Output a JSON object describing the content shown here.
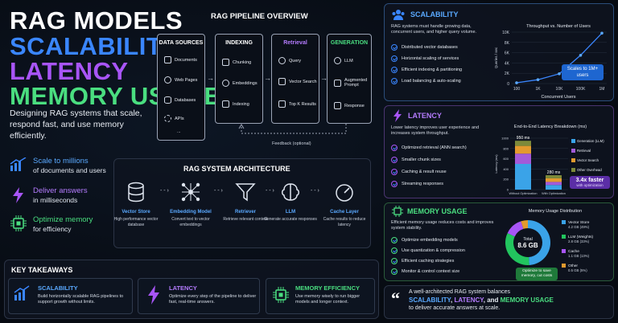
{
  "title": {
    "l1": "RAG MODELS",
    "l2": "SCALABILITY",
    "l3": "LATENCY",
    "l4": "MEMORY USAGE"
  },
  "subtitle": "Designing RAG systems that scale, respond fast, and use memory efficiently.",
  "features": [
    {
      "title": "Scale to millions",
      "desc": "of documents and users",
      "icon": "bar-chart-icon"
    },
    {
      "title": "Deliver answers",
      "desc": "in milliseconds",
      "icon": "lightning-icon"
    },
    {
      "title": "Optimize memory",
      "desc": "for efficiency",
      "icon": "chip-icon"
    }
  ],
  "pipeline": {
    "title": "RAG PIPELINE OVERVIEW",
    "sources": {
      "label": "DATA SOURCES",
      "items": [
        "Documents",
        "Web Pages",
        "Databases",
        "APIs",
        "..."
      ]
    },
    "indexing": {
      "label": "INDEXING",
      "items": [
        "Chunking",
        "Embeddings",
        "Indexing"
      ]
    },
    "retrieval": {
      "label": "Retrieval",
      "items": [
        "Query",
        "Vector Search",
        "Top K Results"
      ]
    },
    "generation": {
      "label": "GENERATION",
      "items": [
        "LLM",
        "Augmented Prompt",
        "Response"
      ]
    },
    "feedback": "Feedback (optional)"
  },
  "architecture": {
    "title": "RAG SYSTEM ARCHITECTURE",
    "items": [
      {
        "name": "Vector Store",
        "desc": "High performance vector database"
      },
      {
        "name": "Embedding Model",
        "desc": "Convert text to vector embeddings"
      },
      {
        "name": "Retriever",
        "desc": "Retrieve relevant context"
      },
      {
        "name": "LLM",
        "desc": "Generate accurate responses"
      },
      {
        "name": "Cache Layer",
        "desc": "Cache results to reduce latency"
      }
    ]
  },
  "takeaways": {
    "title": "KEY TAKEAWAYS",
    "items": [
      {
        "title": "SCALABILITY",
        "desc": "Build horizontally scalable RAG pipelines to support growth without limits.",
        "color": "#3a86ff"
      },
      {
        "title": "LATENCY",
        "desc": "Optimize every step of the pipeline to deliver fast, real-time answers.",
        "color": "#a855f7"
      },
      {
        "title": "MEMORY EFFICIENCY",
        "desc": "Use memory wisely to run bigger models and longer context.",
        "color": "#4ade80"
      }
    ]
  },
  "scalability": {
    "title": "SCALABILITY",
    "desc": "RAG systems must handle growing data, concurrent users, and higher query volume.",
    "items": [
      "Distributed vector databases",
      "Horizontal scaling of services",
      "Efficient indexing & partitioning",
      "Load balancing & auto-scaling"
    ],
    "callout": "Scales to 1M+ users"
  },
  "latency": {
    "title": "LATENCY",
    "desc": "Lower latency improves user experience and increases system throughput.",
    "items": [
      "Optimized retrieval (ANN search)",
      "Smaller chunk sizes",
      "Caching & result reuse",
      "Streaming responses"
    ],
    "callout_l1": "3.4x faster",
    "callout_l2": "with optimization"
  },
  "memory": {
    "title": "MEMORY USAGE",
    "desc": "Efficient memory usage reduces costs and improves system stability.",
    "items": [
      "Optimize embedding models",
      "Use quantization & compression",
      "Efficient caching strategies",
      "Monitor & control context size"
    ],
    "callout": "Optimize to save memory, cut costs"
  },
  "quote": {
    "pre": "A well-architected RAG system balances",
    "h1": "SCALABILITY",
    "sep1": ", ",
    "h2": "LATENCY",
    "sep2": ", and ",
    "h3": "MEMORY USAGE",
    "post": "to deliver accurate answers at scale."
  },
  "chart_data": [
    {
      "type": "line",
      "title": "Throughput vs. Number of Users",
      "xlabel": "Concurrent Users",
      "ylabel": "Queries / sec",
      "categories": [
        "100",
        "1K",
        "10K",
        "100K",
        "1M"
      ],
      "values": [
        150,
        750,
        1900,
        5500,
        9800
      ],
      "ylim": [
        0,
        10000
      ],
      "yticks": [
        "0",
        "2K",
        "4K",
        "6K",
        "8K",
        "10K"
      ]
    },
    {
      "type": "bar",
      "title": "End-to-End Latency Breakdown (ms)",
      "ylabel": "Latency (ms)",
      "categories": [
        "Without Optimization",
        "With Optimization"
      ],
      "totals": [
        "950 ms",
        "280 ms"
      ],
      "series": [
        {
          "name": "Generation (LLM)",
          "values": [
            500,
            90
          ],
          "color": "#3aa3e8"
        },
        {
          "name": "Retrieval",
          "values": [
            200,
            60
          ],
          "color": "#a35ad9"
        },
        {
          "name": "Vector Search",
          "values": [
            150,
            70
          ],
          "color": "#e39a2e"
        },
        {
          "name": "Other Overhead",
          "values": [
            100,
            60
          ],
          "color": "#7d8a3a"
        }
      ],
      "ylim": [
        0,
        1000
      ],
      "yticks": [
        "0",
        "200",
        "400",
        "600",
        "800",
        "1000"
      ]
    },
    {
      "type": "pie",
      "title": "Memory Usage Distribution",
      "center_l1": "Total",
      "center_l2": "8.6 GB",
      "labels": [
        "Vector Store",
        "LLM (Weights)",
        "Cache",
        "Other"
      ],
      "details": [
        "4.2 GB (49%)",
        "2.8 GB (33%)",
        "1.1 GB (13%)",
        "0.5 GB (5%)"
      ],
      "values": [
        49,
        33,
        13,
        5
      ],
      "colors": [
        "#3aa3e8",
        "#22c55e",
        "#a855f7",
        "#e39a2e"
      ]
    }
  ]
}
